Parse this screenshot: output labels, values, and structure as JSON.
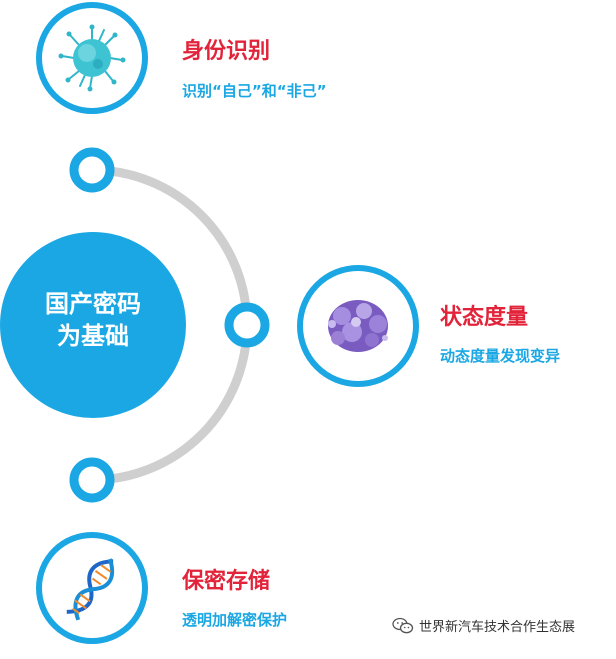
{
  "center": {
    "line1": "国产密码",
    "line2": "为基础"
  },
  "items": [
    {
      "title": "身份识别",
      "subtitle": "识别“自己”和“非己”",
      "icon": "virus-icon"
    },
    {
      "title": "状态度量",
      "subtitle": "动态度量发现变异",
      "icon": "cell-cluster-icon"
    },
    {
      "title": "保密存储",
      "subtitle": "透明加解密保护",
      "icon": "dna-icon"
    }
  ],
  "watermark": {
    "text": "世界新汽车技术合作生态展",
    "icon": "wechat-logo-icon"
  },
  "colors": {
    "accent_blue": "#1aa7e3",
    "title_red": "#e2243b",
    "arc_gray": "#cfcfcf",
    "dna_blue": "#1e66c8",
    "cell_purple": "#8a6bc7"
  }
}
